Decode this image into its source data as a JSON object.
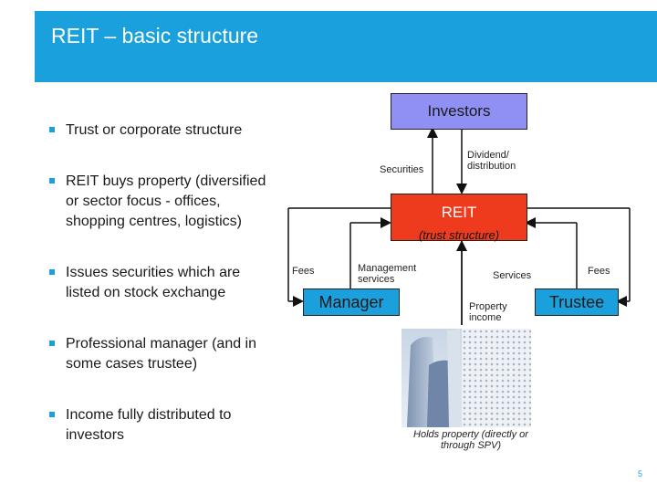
{
  "slide": {
    "title": "REIT – basic structure",
    "page_number": "5"
  },
  "bullets": [
    "Trust or corporate structure",
    "REIT buys property (diversified or sector focus - offices, shopping centres, logistics)",
    "Issues securities which are listed on stock exchange",
    "Professional manager (and in some cases trustee)",
    "Income fully distributed to investors"
  ],
  "diagram": {
    "investors": "Investors",
    "reit": "REIT",
    "reit_sub": "(trust structure)",
    "manager": "Manager",
    "trustee": "Trustee",
    "securities": "Securities",
    "dividend": "Dividend/ distribution",
    "fees_left": "Fees",
    "management_services": "Management services",
    "services": "Services",
    "fees_right": "Fees",
    "property_income": "Property income",
    "holds_property": "Holds property (directly or through SPV)"
  },
  "colors": {
    "header": "#1aa0dc",
    "investors_box": "#8f8ff4",
    "reit_box": "#ee3b1e",
    "manager_box": "#1aa0dc",
    "trustee_box": "#1aa0dc"
  }
}
